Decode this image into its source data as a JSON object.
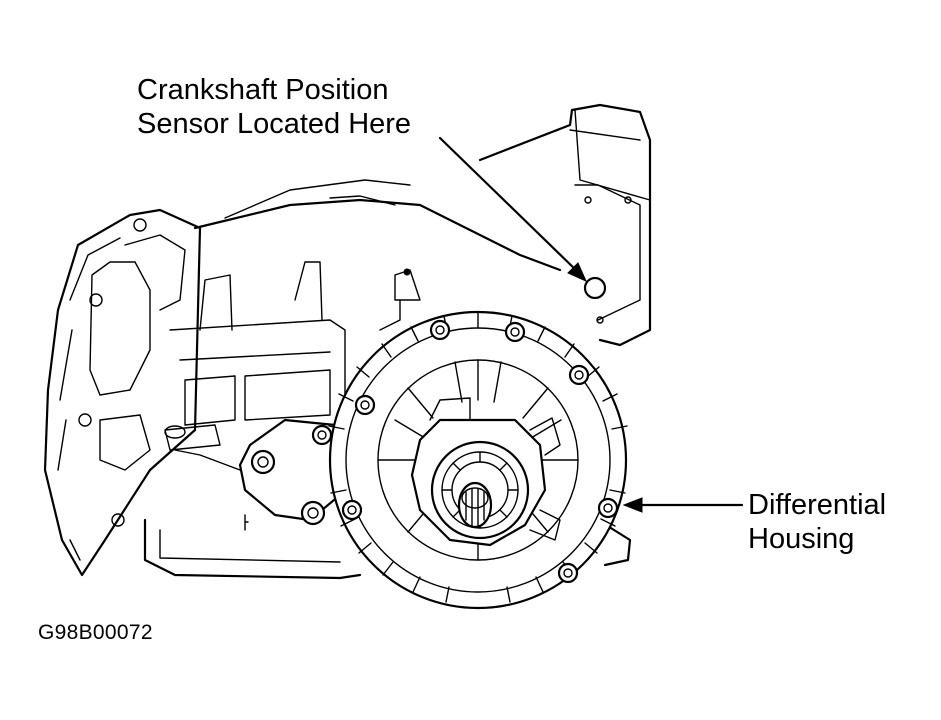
{
  "figure": {
    "labels": {
      "ckp_line1": "Crankshaft Position",
      "ckp_line2": "Sensor Located Here",
      "diff_line1": "Differential",
      "diff_line2": "Housing",
      "figure_id": "G98B00072"
    },
    "colors": {
      "ink": "#000000",
      "paper": "#ffffff"
    }
  }
}
